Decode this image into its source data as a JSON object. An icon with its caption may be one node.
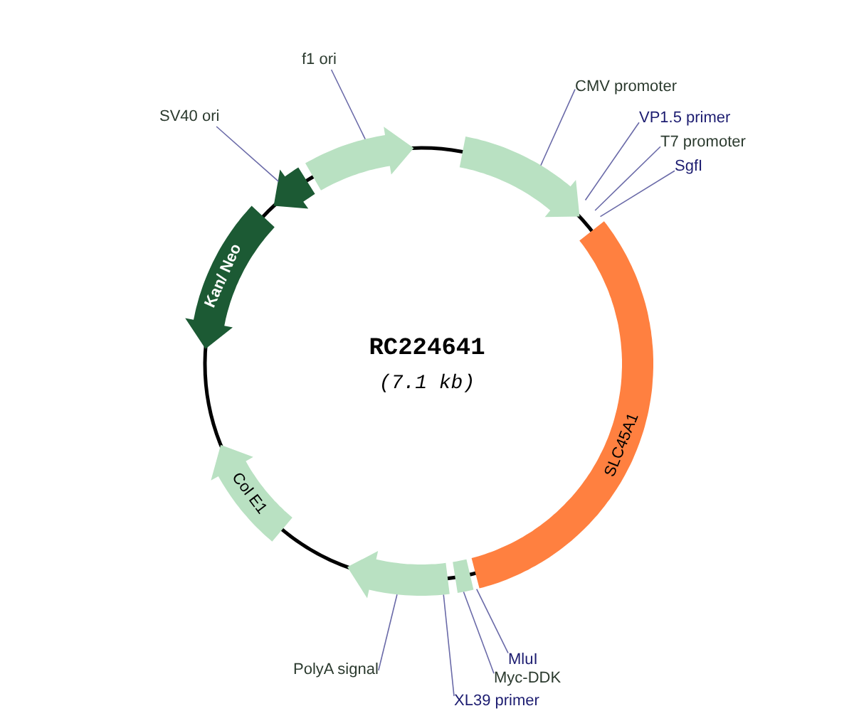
{
  "diagram": {
    "title": "RC224641",
    "nodes": [
      {
        "text": [
          "f1 ori"
        ]
      },
      {
        "text": [],
        "shape": "arrow"
      },
      {
        "text": [
          "SV40 ori"
        ]
      },
      {
        "text": [
          "CMV promoter"
        ]
      },
      {
        "text": [],
        "shape": "arrow"
      },
      {
        "text": [
          "VP1.5 primer"
        ]
      },
      {
        "text": [
          "T7 promoter"
        ]
      },
      {
        "text": [
          "SgfI"
        ]
      },
      {
        "text": [],
        "shape": "arrow"
      },
      {
        "text": [
          "Kan/ Neo"
        ]
      },
      {
        "text": [
          "SLC45A1"
        ]
      },
      {
        "text": [
          "Col E1"
        ]
      },
      {
        "text": [],
        "shape": "arrow"
      },
      {
        "text": [],
        "shape": "box"
      },
      {
        "text": [
          "PolyA signal"
        ]
      },
      {
        "text": [
          "MluI"
        ]
      },
      {
        "text": [
          "Myc-DDK"
        ]
      },
      {
        "text": [
          "XL39 primer"
        ]
      }
    ],
    "edges": [
      {
        "from": 0,
        "to": 1,
        "arrow": "none"
      },
      {
        "from": 2,
        "to": 8,
        "arrow": "none"
      },
      {
        "from": 3,
        "to": 4,
        "arrow": "none"
      },
      {
        "from": 5,
        "to": 4,
        "arrow": "none"
      },
      {
        "from": 6,
        "to": 10,
        "arrow": "none"
      },
      {
        "from": 7,
        "to": 10,
        "arrow": "none"
      },
      {
        "from": 14,
        "to": 12,
        "arrow": "none"
      },
      {
        "from": 15,
        "to": 13,
        "arrow": "none"
      },
      {
        "from": 16,
        "to": 13,
        "arrow": "none"
      },
      {
        "from": 17,
        "to": 12,
        "arrow": "none"
      }
    ],
    "labels": [
      "(7.1 kb)"
    ]
  }
}
